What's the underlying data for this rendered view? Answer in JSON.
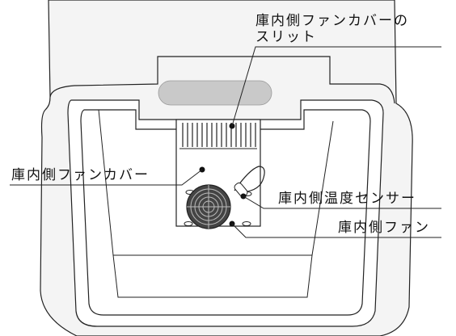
{
  "labels": {
    "fan_cover_slit_line1": "庫内側ファンカバーの",
    "fan_cover_slit_line2": "スリット",
    "fan_cover": "庫内側ファンカバー",
    "temp_sensor": "庫内側温度センサー",
    "fan": "庫内側ファン"
  },
  "colors": {
    "outline": "#222222",
    "body_fill": "#f4f4f4",
    "panel_fill": "#ffffff",
    "handle_fill": "#c9c9c9",
    "fan_fill": "#444444"
  }
}
